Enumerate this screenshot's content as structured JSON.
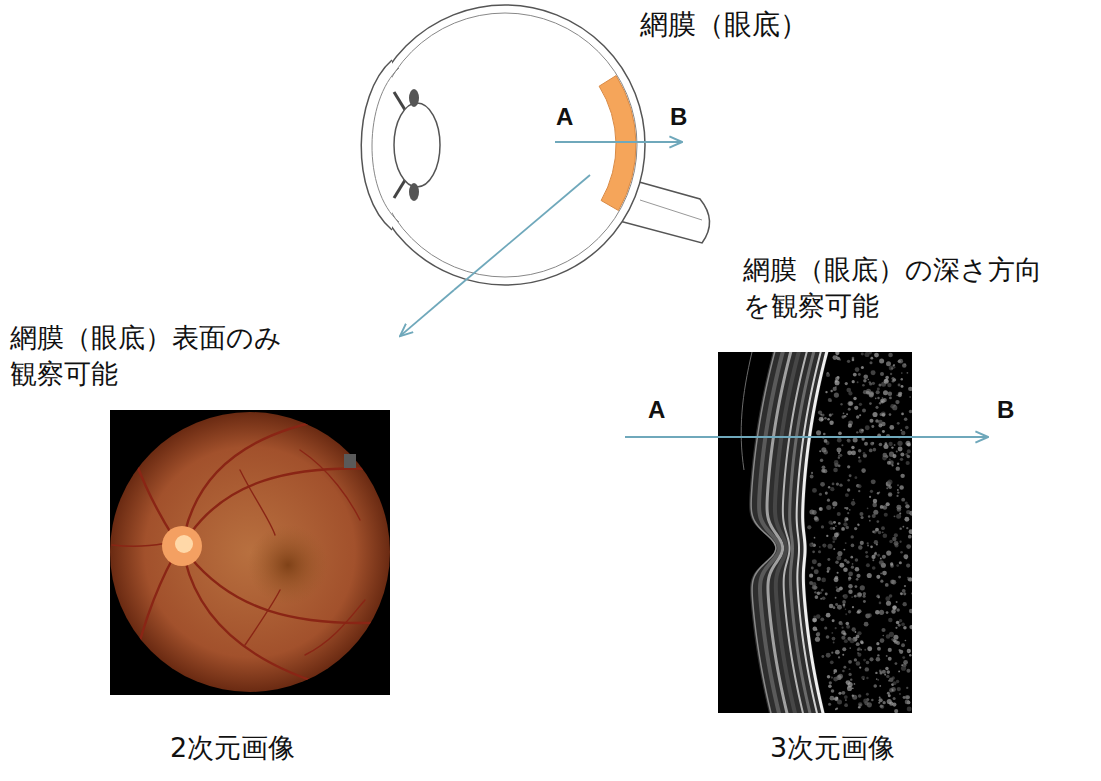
{
  "diagram": {
    "nodes": [
      {
        "text": [
          "網膜（眼底）"
        ]
      },
      {
        "text": [
          "網膜（眼底）表面のみ 観察可能",
          "2次元画像"
        ]
      },
      {
        "text": [
          "網膜（眼底）の深さ方向 を観察可能",
          "3次元画像"
        ]
      }
    ],
    "edges": [
      {
        "from": 0,
        "to": 1,
        "arrow": "to"
      }
    ],
    "labels": [
      "A",
      "B",
      "A",
      "B"
    ]
  }
}
